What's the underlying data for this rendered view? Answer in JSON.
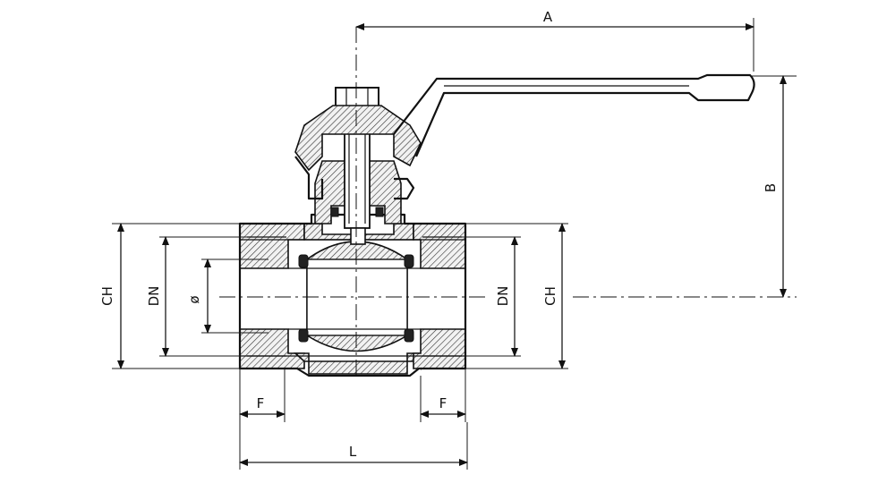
{
  "dimensions": {
    "A": "A",
    "B": "B",
    "CH": "CH",
    "DN": "DN",
    "phi": "ø",
    "F": "F",
    "L": "L"
  }
}
